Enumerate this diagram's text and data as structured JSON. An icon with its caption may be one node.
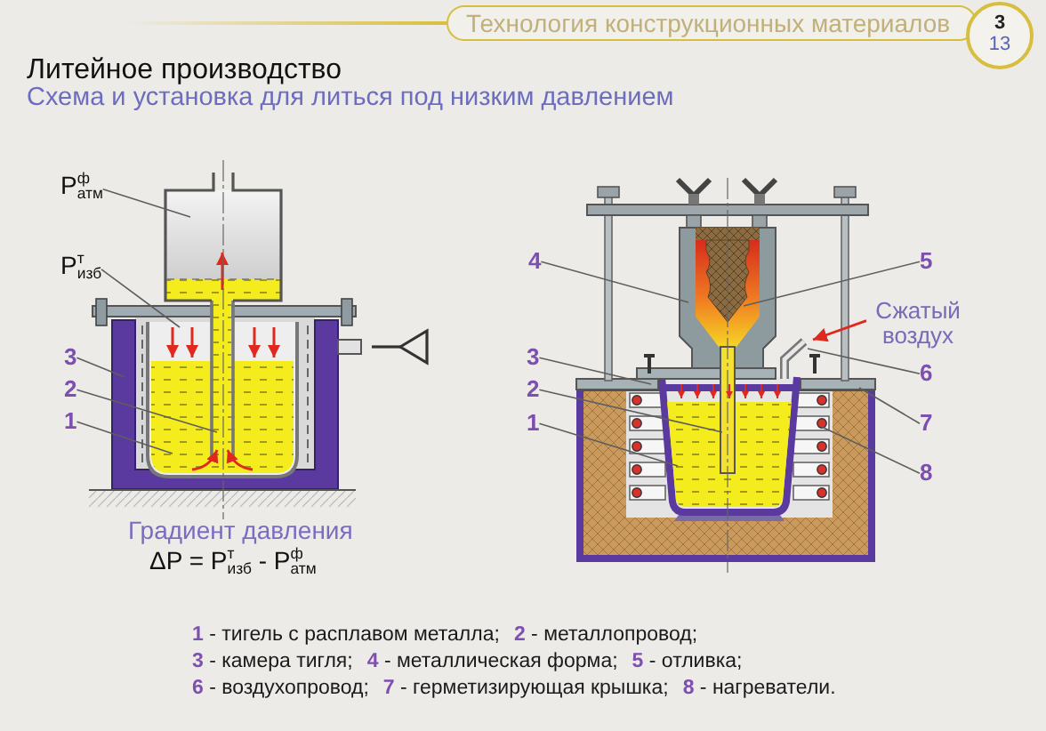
{
  "diagram": {
    "title": "Литейное производство",
    "nodes": [
      {
        "text": [
          "P$^{ф}$$_{атм}$"
        ]
      },
      {
        "text": [
          "P$^{т}$$_{изб}$"
        ]
      },
      {
        "text": [
          "3"
        ]
      },
      {
        "text": [
          "2"
        ]
      },
      {
        "text": [
          "1"
        ]
      },
      {
        "text": [
          "4"
        ]
      },
      {
        "text": [
          "5"
        ]
      },
      {
        "text": [
          "Сжатый воздух"
        ]
      },
      {
        "text": [
          "6"
        ]
      },
      {
        "text": [
          "3"
        ]
      },
      {
        "text": [
          "2"
        ]
      },
      {
        "text": [
          "1"
        ]
      },
      {
        "text": [
          "7"
        ]
      },
      {
        "text": [
          "8"
        ]
      }
    ],
    "edges": [
      {
        "from": 0,
        "to": null,
        "arrow": "none"
      },
      {
        "from": 1,
        "to": null,
        "arrow": "none"
      },
      {
        "from": 2,
        "to": null,
        "arrow": "none"
      },
      {
        "from": 3,
        "to": null,
        "arrow": "none"
      },
      {
        "from": 4,
        "to": null,
        "arrow": "none"
      },
      {
        "from": 5,
        "to": null,
        "arrow": "none"
      },
      {
        "from": 6,
        "to": null,
        "arrow": "none"
      },
      {
        "from": 7,
        "to": null,
        "arrow": "to",
        "color": "#e0281e"
      },
      {
        "from": 8,
        "to": null,
        "arrow": "none"
      },
      {
        "from": 9,
        "to": null,
        "arrow": "none"
      },
      {
        "from": 10,
        "to": null,
        "arrow": "none"
      },
      {
        "from": 11,
        "to": null,
        "arrow": "none"
      },
      {
        "from": 12,
        "to": null,
        "arrow": "none"
      },
      {
        "from": 13,
        "to": null,
        "arrow": "none"
      }
    ],
    "labels": [
      "Технология конструкционных материалов",
      "3",
      "13",
      "Схема и установка для литься под низким давлением",
      "Градиент давления",
      "ΔP = P$^{т}$$_{изб}$ - P$^{ф}$$_{атм}$",
      "1 - тигель с расплавом металла;",
      "2 - металлопровод;",
      "3 - камера тигля;",
      "4 - металлическая форма;",
      "5 - отливка;",
      "6 - воздухопровод;",
      "7 - герметизирующая крышка;",
      "8 - нагреватели."
    ]
  }
}
